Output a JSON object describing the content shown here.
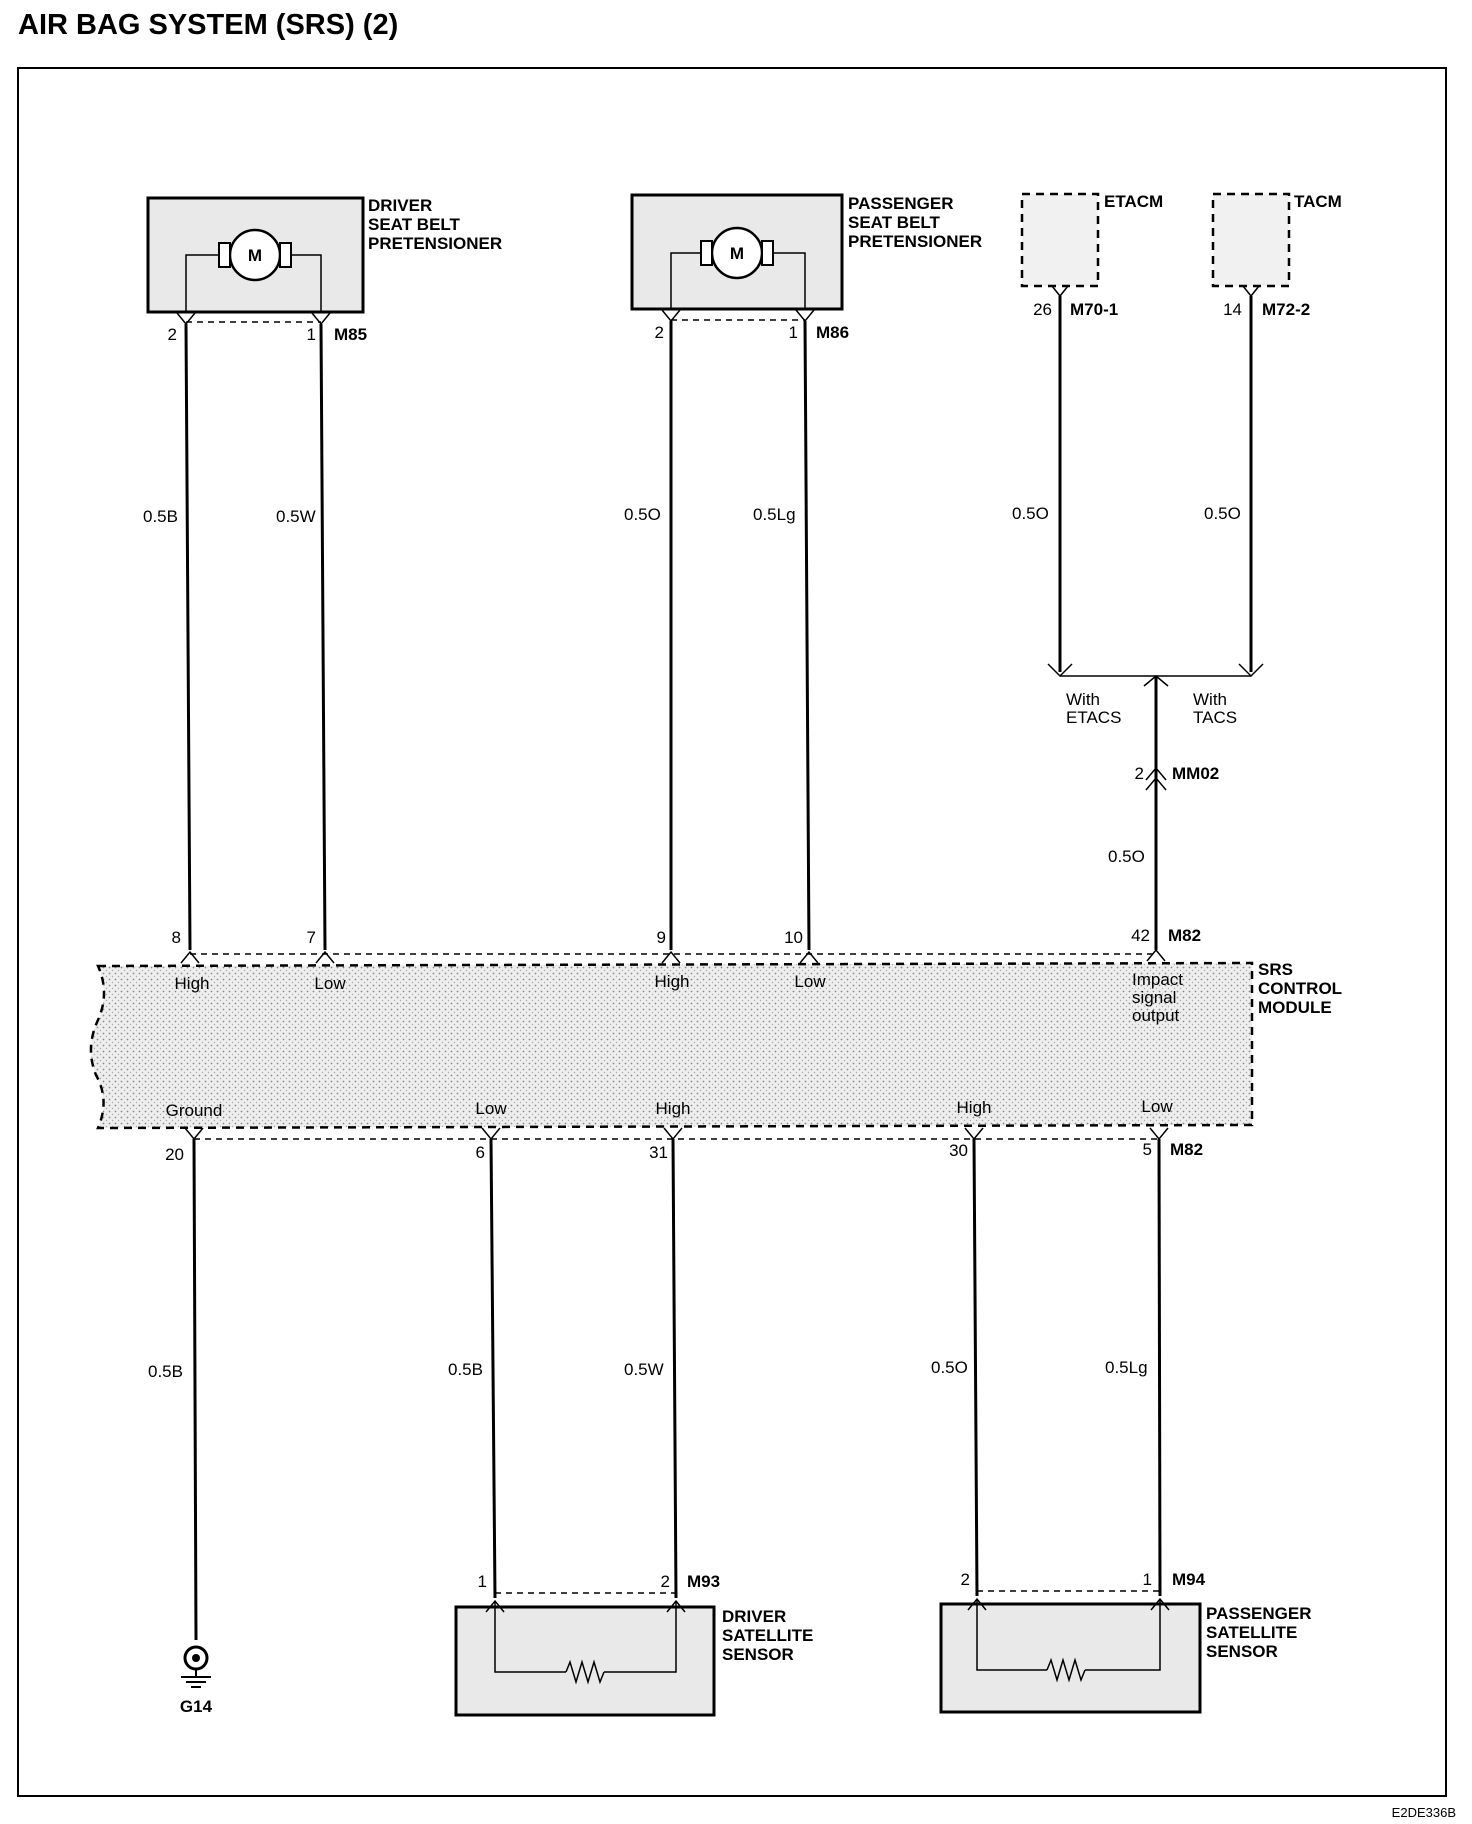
{
  "title": "AIR BAG SYSTEM (SRS) (2)",
  "code": "E2DE336B",
  "components": {
    "driver_pret": [
      "DRIVER",
      "SEAT BELT",
      "PRETENSIONER"
    ],
    "pass_pret": [
      "PASSENGER",
      "SEAT BELT",
      "PRETENSIONER"
    ],
    "etacm": "ETACM",
    "tacm": "TACM",
    "srs": [
      "SRS",
      "CONTROL",
      "MODULE"
    ],
    "driver_sat": [
      "DRIVER",
      "SATELLITE",
      "SENSOR"
    ],
    "pass_sat": [
      "PASSENGER",
      "SATELLITE",
      "SENSOR"
    ],
    "motor": "M",
    "ground": "G14"
  },
  "connectors": {
    "m85": "M85",
    "m86": "M86",
    "m70": "M70-1",
    "m72": "M72-2",
    "mm02": "MM02",
    "m82_top": "M82",
    "m82_bottom": "M82",
    "m93": "M93",
    "m94": "M94"
  },
  "pins": {
    "m85_a": "2",
    "m85_b": "1",
    "m86_a": "2",
    "m86_b": "1",
    "m70": "26",
    "m72": "14",
    "mm02": "2",
    "srs_8": "8",
    "srs_7": "7",
    "srs_9": "9",
    "srs_10": "10",
    "srs_42": "42",
    "srs_20": "20",
    "srs_6": "6",
    "srs_31": "31",
    "srs_30": "30",
    "srs_5": "5",
    "m93_a": "1",
    "m93_b": "2",
    "m94_a": "2",
    "m94_b": "1"
  },
  "wires": {
    "w1": "0.5B",
    "w2": "0.5W",
    "w3": "0.5O",
    "w4": "0.5Lg",
    "w5": "0.5O",
    "w6": "0.5O",
    "w7": "0.5O",
    "w8": "0.5B",
    "w9": "0.5B",
    "w10": "0.5W",
    "w11": "0.5O",
    "w12": "0.5Lg"
  },
  "srs_terminals": {
    "high1": "High",
    "low1": "Low",
    "high2": "High",
    "low2": "Low",
    "impact": [
      "Impact",
      "signal",
      "output"
    ],
    "ground": "Ground",
    "low3": "Low",
    "high3": "High",
    "high4": "High",
    "low4": "Low"
  },
  "options": {
    "etacs": [
      "With",
      "ETACS"
    ],
    "tacs": [
      "With",
      "TACS"
    ]
  }
}
